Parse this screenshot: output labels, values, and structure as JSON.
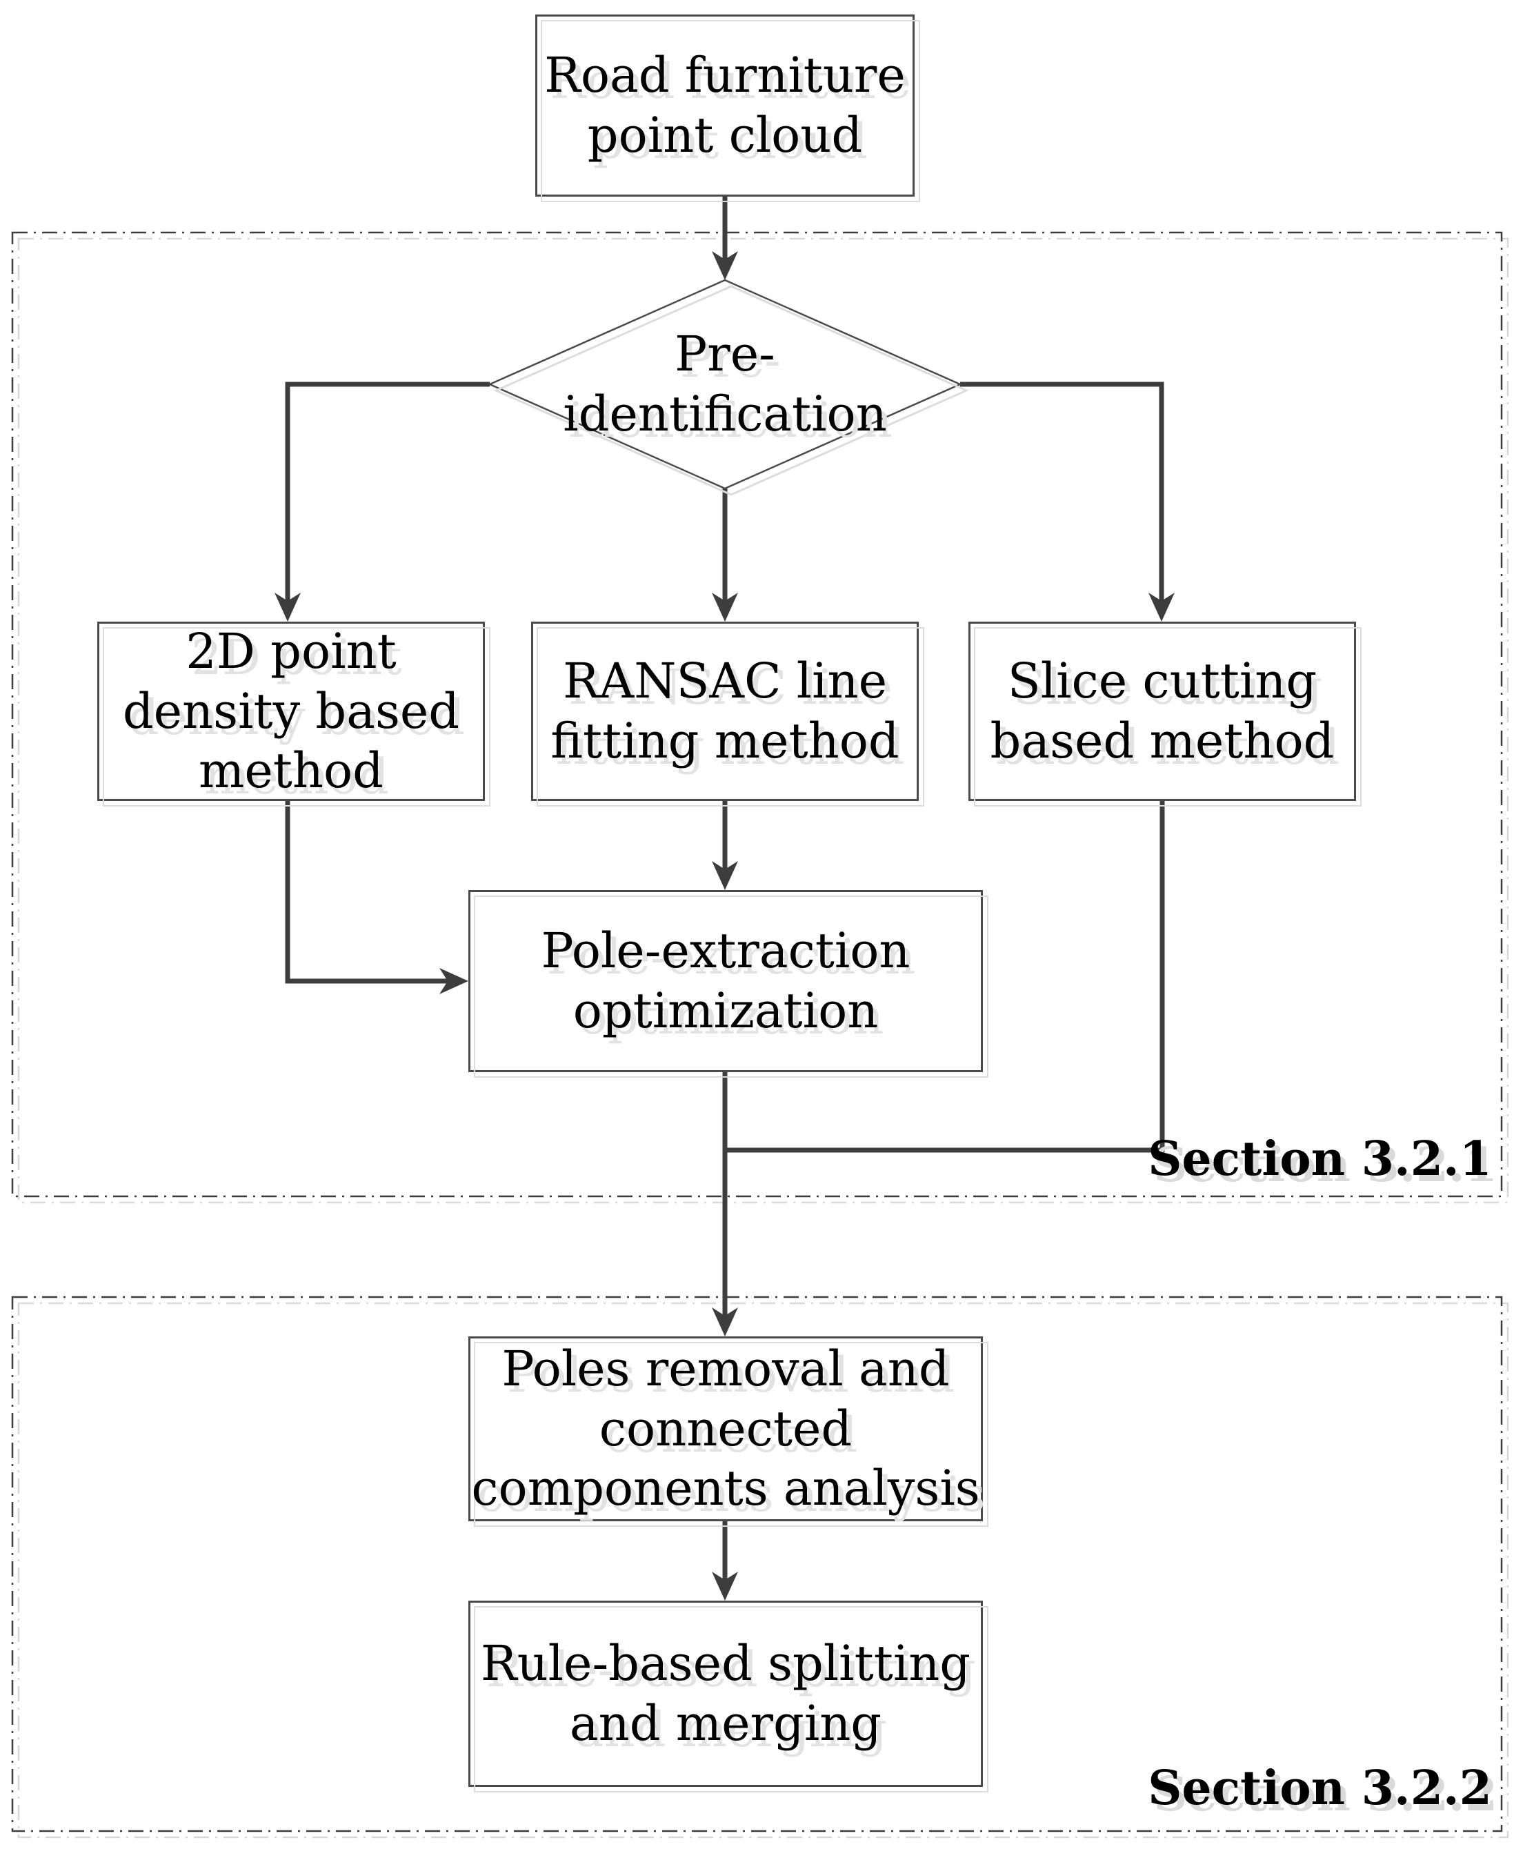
{
  "diagram": {
    "type": "flowchart",
    "background": "#ffffff"
  },
  "colors": {
    "line": "#3d3d3d",
    "box_border": "#4a4a4a",
    "ghost_border": "#dcdcdc",
    "text": "#000000",
    "text_shadow": "#e2e2e2",
    "section_border": "#3c3c3c"
  },
  "nodes": {
    "top_box": {
      "shape": "rect",
      "label": "Road furniture\npoint cloud"
    },
    "pre_identification": {
      "shape": "diamond",
      "label": "Pre-\nidentification"
    },
    "density_method": {
      "shape": "rect",
      "label": "2D point\ndensity based\nmethod"
    },
    "ransac_method": {
      "shape": "rect",
      "label": "RANSAC line\nfitting method"
    },
    "slice_method": {
      "shape": "rect",
      "label": "Slice cutting\nbased method"
    },
    "pole_extraction": {
      "shape": "rect",
      "label": "Pole-extraction\noptimization"
    },
    "poles_removal": {
      "shape": "rect",
      "label": "Poles removal and\nconnected\ncomponents analysis"
    },
    "rule_based": {
      "shape": "rect",
      "label": "Rule-based splitting\nand merging"
    }
  },
  "sections": {
    "section1": {
      "label": "Section 3.2.1",
      "contains": [
        "pre_identification",
        "density_method",
        "ransac_method",
        "slice_method",
        "pole_extraction"
      ]
    },
    "section2": {
      "label": "Section 3.2.2",
      "contains": [
        "poles_removal",
        "rule_based"
      ]
    }
  },
  "edges": [
    {
      "from": "top_box",
      "to": "pre_identification",
      "arrow": true
    },
    {
      "from": "pre_identification",
      "to": "density_method",
      "arrow": true
    },
    {
      "from": "pre_identification",
      "to": "ransac_method",
      "arrow": true
    },
    {
      "from": "pre_identification",
      "to": "slice_method",
      "arrow": true
    },
    {
      "from": "density_method",
      "to": "pole_extraction",
      "arrow": true
    },
    {
      "from": "ransac_method",
      "to": "pole_extraction",
      "arrow": true
    },
    {
      "from": "pole_extraction",
      "to": "poles_removal",
      "arrow": true
    },
    {
      "from": "slice_method",
      "to": "poles_removal",
      "arrow": false
    },
    {
      "from": "poles_removal",
      "to": "rule_based",
      "arrow": true
    }
  ]
}
